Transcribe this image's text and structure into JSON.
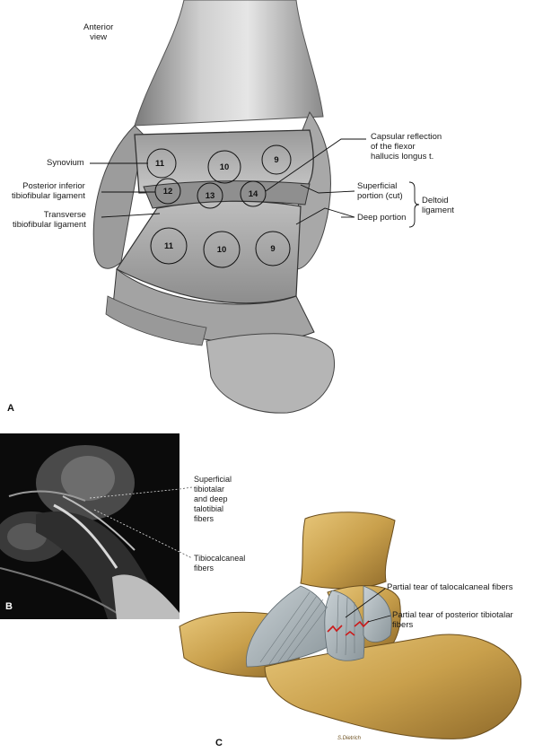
{
  "panel_a": {
    "letter": "A",
    "view": "Anterior\nview",
    "left_labels": {
      "synovium": "Synovium",
      "posterior_inferior": "Posterior inferior\ntibiofibular ligament",
      "transverse": "Transverse\ntibiofibular ligament"
    },
    "right_labels": {
      "capsular": "Capsular reflection\nof the flexor\nhallucis longus t.",
      "superficial": "Superficial\nportion (cut)",
      "deep": "Deep portion",
      "deltoid": "Deltoid\nligament"
    },
    "circles": {
      "top_left": "11",
      "top_mid": "10",
      "top_right": "9",
      "mid_a": "12",
      "mid_b": "13",
      "mid_c": "14",
      "bot_left": "11",
      "bot_mid": "10",
      "bot_right": "9"
    }
  },
  "panel_b": {
    "letter": "B",
    "label_superficial": "Superficial\ntibiotalar\nand deep\ntalotibial\nfibers",
    "label_tibiocalcaneal": "Tibiocalcaneal\nfibers"
  },
  "panel_c": {
    "letter": "C",
    "tear_talocalcaneal": "Partial tear of talocalcaneal fibers",
    "tear_posterior": "Partial tear of posterior tibiotalar fibers",
    "signature": "S.Dietrich"
  }
}
